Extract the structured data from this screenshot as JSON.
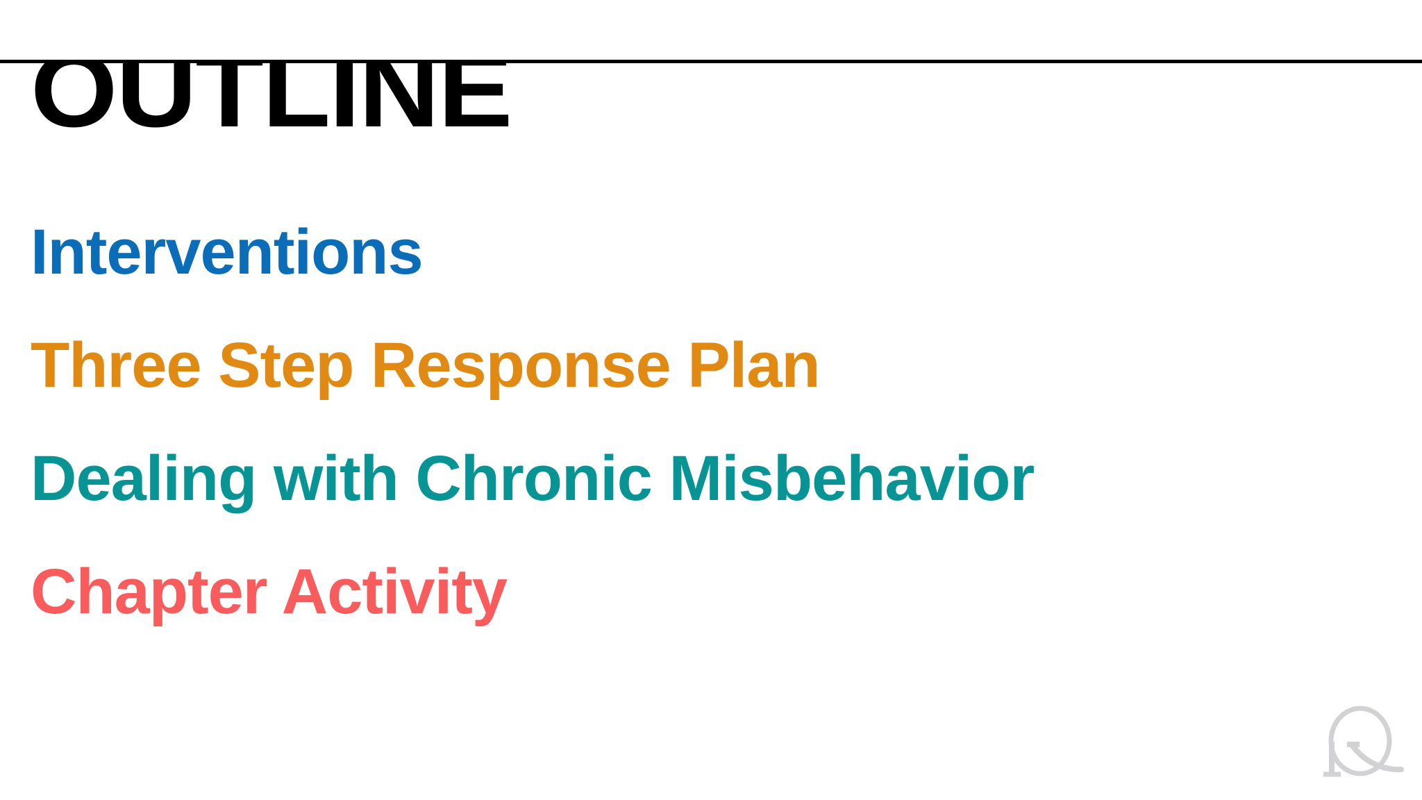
{
  "slide": {
    "background_color": "#ffffff",
    "title": "OUTLINE",
    "rule_color": "#000000",
    "outline_items": [
      {
        "label": "Interventions",
        "color": "#0b6cb8"
      },
      {
        "label": "Three Step Response Plan",
        "color": "#e08a14"
      },
      {
        "label": "Dealing with Chronic Misbehavior",
        "color": "#089494"
      },
      {
        "label": "Chapter Activity",
        "color": "#f95c5c"
      }
    ],
    "logo": {
      "name": "r-monogram-logo",
      "letter": "R",
      "color": "#d2d2d4"
    }
  }
}
